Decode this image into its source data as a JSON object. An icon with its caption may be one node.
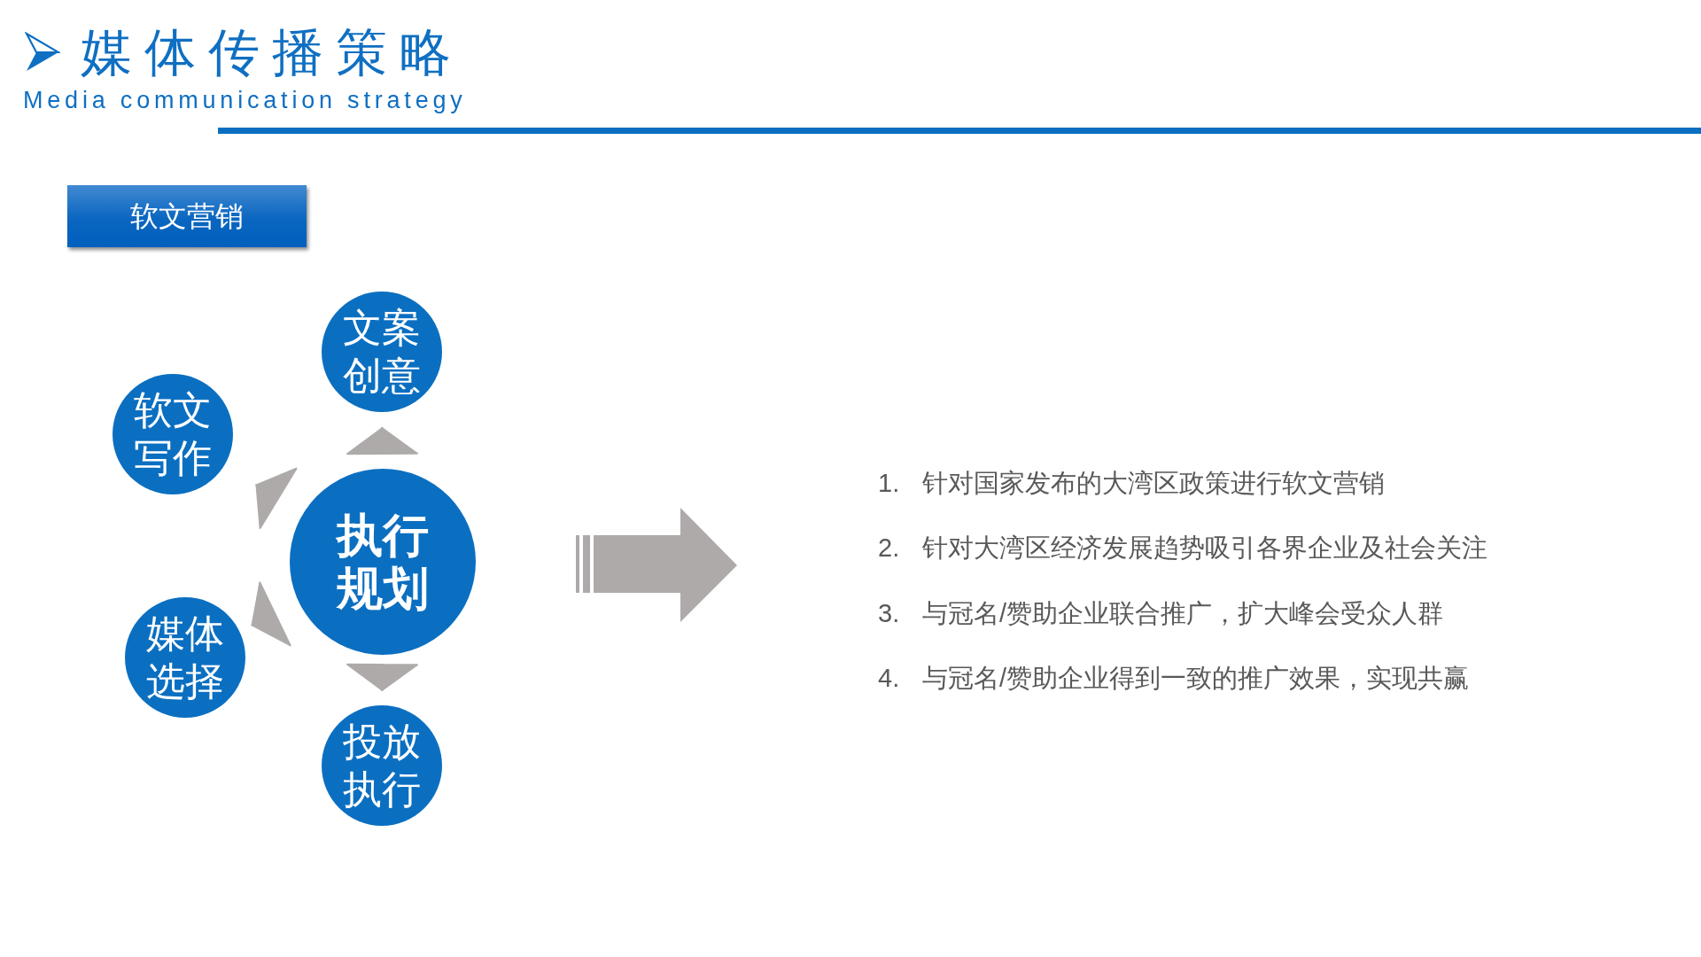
{
  "diagram": {
    "title": "媒体传播策略",
    "nodes": [
      {
        "text": [
          "软文营销"
        ]
      },
      {
        "text": [
          "文案创意"
        ]
      },
      {
        "text": [
          "软文写作"
        ]
      },
      {
        "text": [
          "执行规划"
        ]
      },
      {
        "text": [
          "媒体选择"
        ]
      },
      {
        "text": [
          "投放执行"
        ]
      }
    ],
    "edges": [
      {
        "from": 3,
        "to": 1,
        "arrow": "to"
      },
      {
        "from": 3,
        "to": 2,
        "arrow": "to"
      },
      {
        "from": 3,
        "to": 4,
        "arrow": "to"
      },
      {
        "from": 3,
        "to": 5,
        "arrow": "to"
      }
    ],
    "labels": [
      "Media communication strategy",
      "1.",
      "针对国家发布的大湾区政策进行软文营销",
      "2.",
      "针对大湾区经济发展趋势吸引各界企业及社会关注",
      "3.",
      "与冠名/赞助企业联合推广，扩大峰会受众人群",
      "4.",
      "与冠名/赞助企业得到一致的推广效果，实现共赢"
    ]
  }
}
